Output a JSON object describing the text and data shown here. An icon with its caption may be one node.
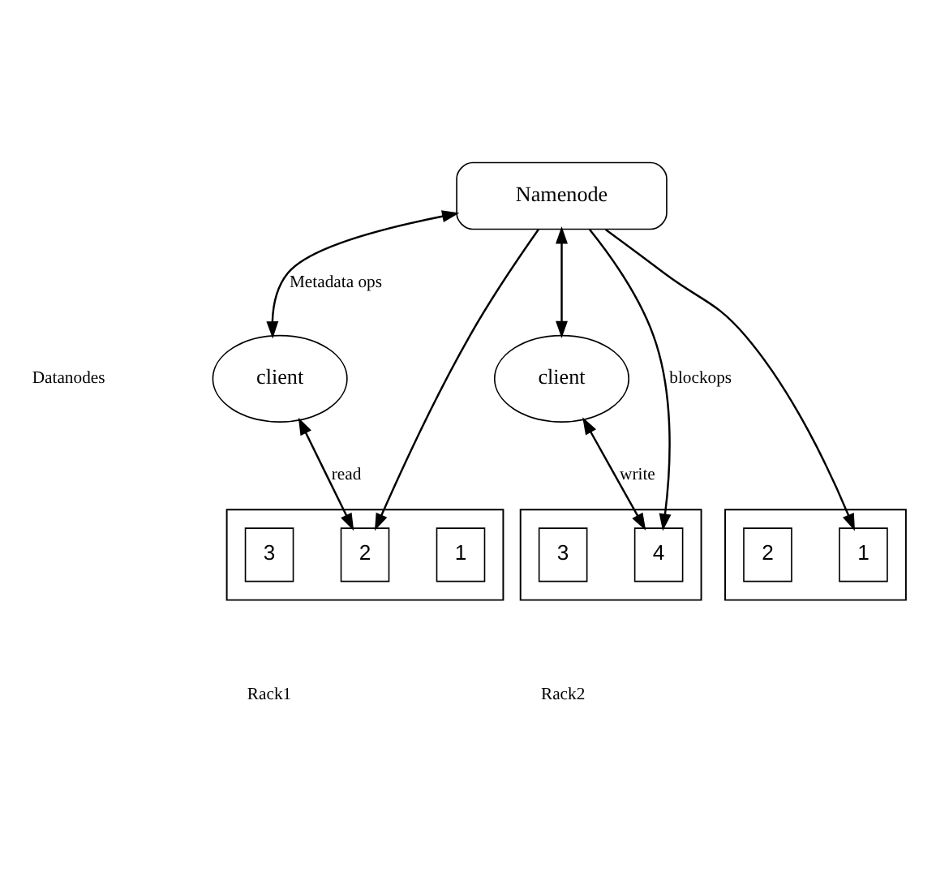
{
  "diagram": {
    "nodes": [
      {
        "text": [
          "Namenode"
        ]
      },
      {
        "text": [
          "client"
        ]
      },
      {
        "text": [
          "client"
        ]
      },
      {
        "text": [],
        "shape": "box"
      },
      {
        "text": [
          "1"
        ],
        "in": 3
      },
      {
        "text": [
          "2"
        ],
        "in": 3
      },
      {
        "text": [
          "3"
        ],
        "in": 3
      },
      {
        "text": [],
        "shape": "box"
      },
      {
        "text": [
          "1"
        ],
        "in": 7
      },
      {
        "text": [
          "2"
        ],
        "in": 7
      },
      {
        "text": [],
        "shape": "box"
      },
      {
        "text": [
          "4"
        ],
        "in": 10
      },
      {
        "text": [
          "3"
        ],
        "in": 10
      }
    ],
    "edges": [
      {
        "from": 1,
        "to": 0,
        "arrow": "both",
        "label": "Metadata ops"
      },
      {
        "from": 0,
        "to": 5,
        "arrow": "to"
      },
      {
        "from": 0,
        "to": 8,
        "arrow": "to"
      },
      {
        "from": 0,
        "to": 11,
        "arrow": "to",
        "label": "blockops"
      },
      {
        "from": 0,
        "to": 2,
        "arrow": "both"
      },
      {
        "from": 1,
        "to": 5,
        "arrow": "both",
        "label": "read"
      },
      {
        "from": 2,
        "to": 11,
        "arrow": "both",
        "label": "write"
      }
    ],
    "labels": [
      "Datanodes",
      "Rack1",
      "Rack2"
    ]
  }
}
